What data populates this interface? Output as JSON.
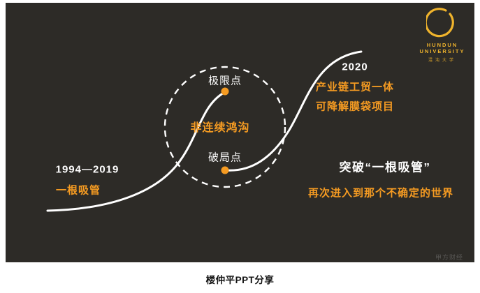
{
  "colors": {
    "slide_bg": "#2d2b27",
    "accent": "#f59b22",
    "logo": "#f0b42c",
    "curve": "#ffffff"
  },
  "slide": {
    "logo": {
      "line1": "HUNDUN",
      "line2": "UNIVERSITY",
      "line3": "混沌大学"
    },
    "circle": {
      "top_label": "极限点",
      "center_label": "非连续鸿沟",
      "bottom_label": "破局点"
    },
    "left": {
      "years": "1994—2019",
      "label": "一根吸管"
    },
    "right_top": {
      "year": "2020",
      "line1": "产业链工贸一体",
      "line2": "可降解膜袋项目"
    },
    "right_bottom": {
      "line1": "突破“一根吸管”",
      "line2": "再次进入到那个不确定的世界"
    },
    "watermark": "甲方财经"
  },
  "caption": "楼仲平PPT分享"
}
